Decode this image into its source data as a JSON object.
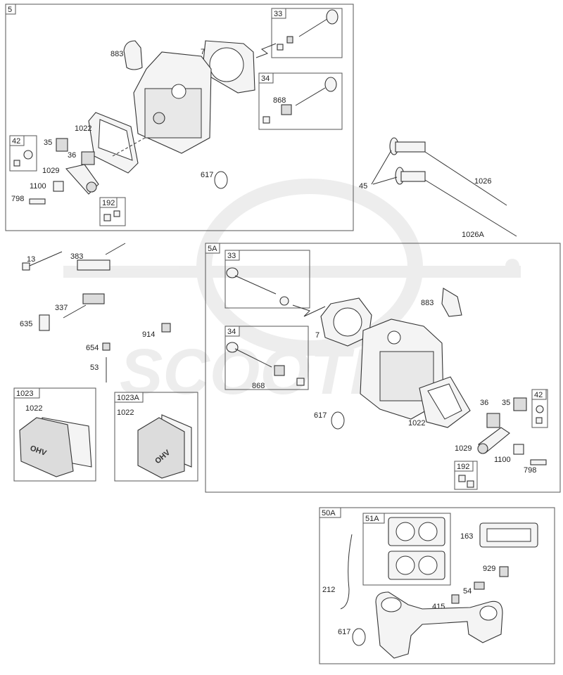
{
  "watermark": {
    "text": "SCOOTER"
  },
  "panels": {
    "p5": {
      "tag": "5",
      "labels": {
        "l883": "883",
        "l7": "7",
        "l1022": "1022",
        "l35": "35",
        "l36": "36",
        "l1029": "1029",
        "l1100": "1100",
        "l798": "798",
        "l617": "617"
      },
      "sub": {
        "s33": "33",
        "s34": "34",
        "l868": "868",
        "s42": "42",
        "s192": "192"
      }
    },
    "p5a": {
      "tag": "5A",
      "labels": {
        "l883": "883",
        "l7": "7",
        "l1022": "1022",
        "l35": "35",
        "l36": "36",
        "l1029": "1029",
        "l1100": "1100",
        "l798": "798",
        "l617": "617",
        "l868": "868"
      },
      "sub": {
        "s33": "33",
        "s34": "34",
        "s42": "42",
        "s192": "192"
      }
    },
    "p1023": {
      "tag": "1023",
      "l1022": "1022"
    },
    "p1023a": {
      "tag": "1023A",
      "l1022": "1022"
    },
    "p50a": {
      "tag": "50A",
      "s51a": "51A",
      "labels": {
        "l163": "163",
        "l929": "929",
        "l54": "54",
        "l415": "415",
        "l212": "212",
        "l617": "617"
      }
    }
  },
  "loose": {
    "l45": "45",
    "l1026": "1026",
    "l1026a": "1026A",
    "l13": "13",
    "l383": "383",
    "l337": "337",
    "l635": "635",
    "l914": "914",
    "l654": "654",
    "l53": "53"
  },
  "cover_text": "OHV"
}
